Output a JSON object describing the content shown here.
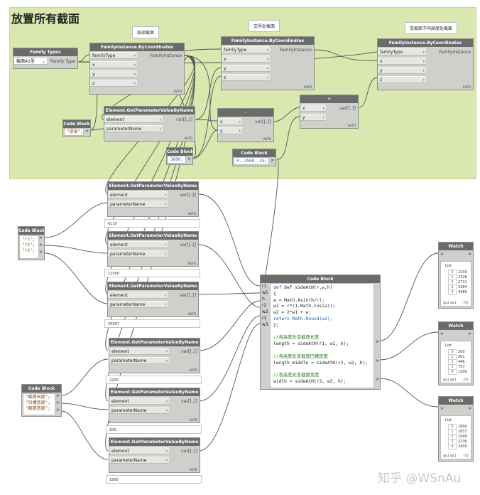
{
  "group": {
    "title": "放置所有截面",
    "notes": [
      "底部截面",
      "交界处截面",
      "变截面不同高度处截面"
    ]
  },
  "nodes": {
    "family_types": {
      "title": "Family Types",
      "value": "截面A1型",
      "output": "Family Type"
    },
    "fi1": {
      "title": "FamilyInstance.ByCoordinates",
      "inputs": [
        "familyType",
        "x",
        "y",
        "z"
      ],
      "output": "FamilyInstance",
      "auto": "AUTO"
    },
    "fi2": {
      "title": "FamilyInstance.ByCoordinates",
      "inputs": [
        "familyType",
        "x",
        "y",
        "z"
      ],
      "output": "FamilyInstance",
      "auto": "AUTO"
    },
    "fi3": {
      "title": "FamilyInstance.ByCoordinates",
      "inputs": [
        "familyType",
        "x",
        "y",
        "z"
      ],
      "output": "FamilyInstance",
      "auto": "AUTO"
    },
    "codeblock_height": {
      "title": "Code Block",
      "code": "\"梁高\";",
      "out": ">"
    },
    "getparam_top": {
      "title": "Element.GetParameterValueByName",
      "inputs": [
        "element",
        "parameterName"
      ],
      "output": "var[]..[]",
      "auto": "AUTO"
    },
    "minus": {
      "title": "-",
      "inputs": [
        "x",
        "y"
      ],
      "output": "var[]..[]",
      "auto": "AUTO"
    },
    "plus": {
      "title": "+",
      "inputs": [
        "x",
        "y"
      ],
      "output": "var[]..[]",
      "auto": "AUTO"
    },
    "codeblock_3600": {
      "title": "Code Block",
      "code": "3600;",
      "out": ">"
    },
    "codeblock_range": {
      "title": "Code Block",
      "code": "0..3500..45;",
      "out": ">"
    },
    "codeblock_r": {
      "title": "Code Block",
      "lines": [
        "\"r1\";",
        "\"r2\";",
        "\"r3\";"
      ],
      "outs": [
        ">",
        ">",
        ">"
      ]
    },
    "codeblock_w": {
      "title": "Code Block",
      "lines": [
        "\"截面长度\";",
        "\"凹槽宽度\";",
        "\"截面宽度\";"
      ],
      "outs": [
        ">",
        ">",
        ">"
      ]
    },
    "gp": [
      {
        "title": "Element.GetParameterValueByName",
        "inputs": [
          "element",
          "parameterName"
        ],
        "output": "var[]..[]",
        "auto": "AUTO",
        "preview": "6110"
      },
      {
        "title": "Element.GetParameterValueByName",
        "inputs": [
          "element",
          "parameterName"
        ],
        "output": "var[]..[]",
        "auto": "AUTO",
        "preview": "12500"
      },
      {
        "title": "Element.GetParameterValueByName",
        "inputs": [
          "element",
          "parameterName"
        ],
        "output": "var[]..[]",
        "auto": "AUTO",
        "preview": "20567"
      },
      {
        "title": "Element.GetParameterValueByName",
        "inputs": [
          "element",
          "parameterName"
        ],
        "output": "var[]..[]",
        "auto": "AUTO",
        "preview": "2200"
      },
      {
        "title": "Element.GetParameterValueByName",
        "inputs": [
          "element",
          "parameterName"
        ],
        "output": "var[]..[]",
        "auto": "AUTO",
        "preview": "200"
      },
      {
        "title": "Element.GetParameterValueByName",
        "inputs": [
          "element",
          "parameterName"
        ],
        "output": "var[]..[]",
        "auto": "AUTO",
        "preview": "1800"
      }
    ],
    "bigcode": {
      "title": "Code Block",
      "inputs": [
        "r1",
        "w1",
        "h",
        "r2",
        "w2",
        "r3",
        "w3"
      ],
      "lines": [
        "def sideAtH(r,w,h)",
        "{",
        "a = Math.Asin(h/r);",
        "w1 = r*(1-Math.Cos(a));",
        "w2 = 2*w1 + w;",
        "return Math.Round(w2);",
        "};",
        "",
        "//各高度处变截面长度",
        "length = sideAtH(r1, w1, h);",
        "",
        "//各高度处变截面凹槽宽度",
        "length_middle = sideAtH(r2, w2, h);",
        "",
        "//各高度处变截面宽度",
        "width = sideAtH(r3, w3, h);"
      ]
    },
    "watches": [
      {
        "title": "Watch",
        "list_label": "List",
        "values": [
          "2200",
          "2326",
          "2711",
          "3384",
          "4480"
        ],
        "footer": "@L2 @L1",
        "count": "{5}"
      },
      {
        "title": "Watch",
        "list_label": "List",
        "values": [
          "200",
          "261",
          "446",
          "757",
          "1200"
        ],
        "footer": "@L2 @L1",
        "count": "{5}"
      },
      {
        "title": "Watch",
        "list_label": "List",
        "values": [
          "1800",
          "1837",
          "1949",
          "2136",
          "2400"
        ],
        "footer": "@L2 @L1",
        "count": "{5}"
      }
    ]
  },
  "watermark": "知乎 @WSnAu",
  "colors": {
    "group_bg": "#d9e8ae",
    "node_header": "#6b6b6b",
    "node_body": "#cfcfcb",
    "wire": "#555555",
    "keyword": "#1a5fb4",
    "comment": "#2a7a2a"
  }
}
